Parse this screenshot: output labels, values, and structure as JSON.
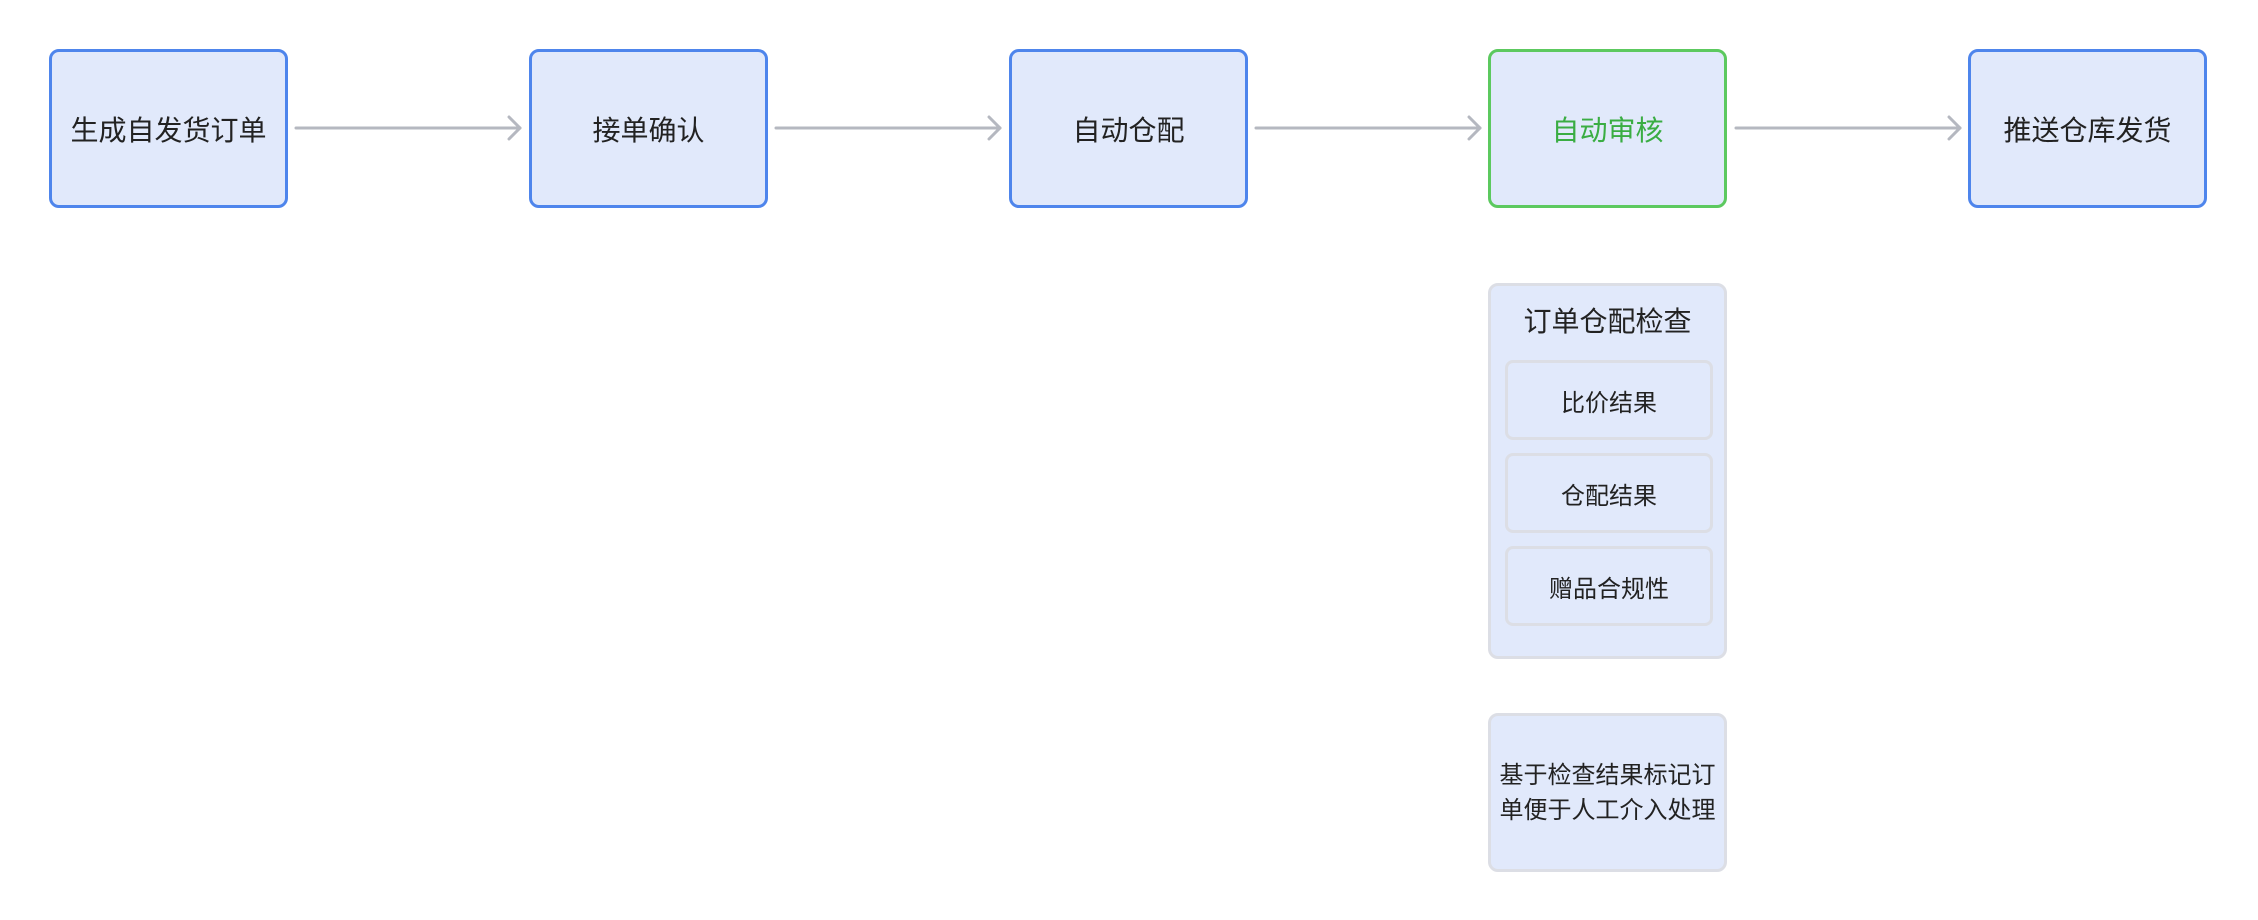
{
  "flow": {
    "steps": [
      {
        "label": "生成自发货订单"
      },
      {
        "label": "接单确认"
      },
      {
        "label": "自动仓配"
      },
      {
        "label": "自动审核"
      },
      {
        "label": "推送仓库发货"
      }
    ]
  },
  "check_group": {
    "title": "订单仓配检查",
    "items": [
      {
        "label": "比价结果"
      },
      {
        "label": "仓配结果"
      },
      {
        "label": "赠品合规性"
      }
    ]
  },
  "note": {
    "text": "基于检查结果标记订单便于人工介入处理"
  },
  "colors": {
    "node_fill": "#e1e9fb",
    "node_border": "#4e85ec",
    "active_border": "#5cc95f",
    "active_text": "#3aad43",
    "secondary_border": "#dcdee5",
    "arrow": "#b5b8c0"
  }
}
